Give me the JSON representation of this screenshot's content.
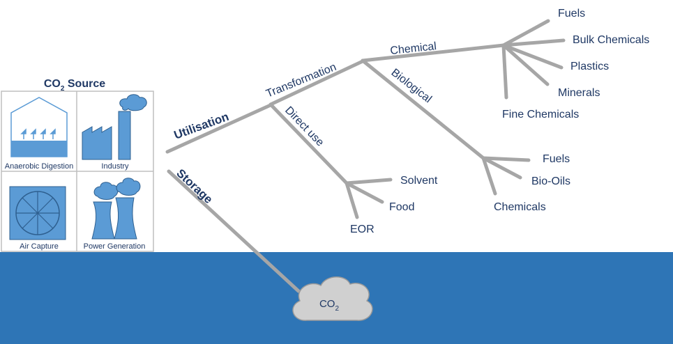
{
  "source": {
    "title_prefix": "CO",
    "title_sub": "2",
    "title_suffix": " Source",
    "tiles": {
      "anaerobic": "Anaerobic Digestion",
      "industry": "Industry",
      "air_capture": "Air Capture",
      "power": "Power Generation"
    }
  },
  "branches": {
    "utilisation": "Utilisation",
    "storage": "Storage",
    "transformation": "Transformation",
    "direct_use": "Direct use",
    "chemical": "Chemical",
    "biological": "Biological"
  },
  "products": {
    "chemical": [
      "Fuels",
      "Bulk Chemicals",
      "Plastics",
      "Minerals",
      "Fine Chemicals"
    ],
    "biological": [
      "Fuels",
      "Bio-Oils",
      "Chemicals"
    ],
    "direct_use": [
      "Solvent",
      "Food",
      "EOR"
    ]
  },
  "storage_cloud": {
    "prefix": "CO",
    "sub": "2"
  },
  "colors": {
    "ground": "#2e75b6",
    "line": "#a6a6a6",
    "text": "#1f3864",
    "icon": "#5b9bd5",
    "cloud": "#d0d0d0"
  }
}
